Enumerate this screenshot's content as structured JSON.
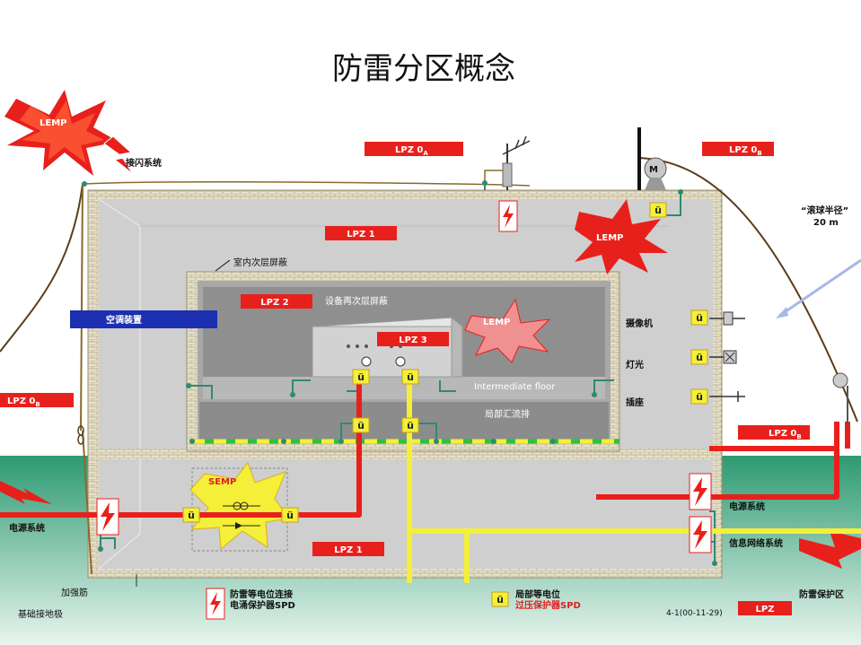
{
  "title": "防雷分区概念",
  "zones": {
    "lpz0a": "LPZ 0",
    "lpz0a_sub": "A",
    "lpz0b_top": "LPZ 0",
    "lpz0b_top_sub": "B",
    "lpz0b_left": "LPZ 0",
    "lpz0b_left_sub": "B",
    "lpz0b_right": "LPZ 0",
    "lpz0b_right_sub": "B",
    "lpz1_top": "LPZ 1",
    "lpz1_bottom": "LPZ 1",
    "lpz2": "LPZ 2",
    "lpz3": "LPZ 3"
  },
  "labels": {
    "lemp_top": "LEMP",
    "lemp_mid": "LEMP",
    "lemp_inner": "LEMP",
    "lightning_system": "接闪系统",
    "rolling_sphere": "“滚球半径”",
    "rolling_radius": "20 m",
    "indoor_shield": "室内次层屏蔽",
    "equipment_shield": "设备再次层屏蔽",
    "aircon": "空调装置",
    "camera": "摄像机",
    "light": "灯光",
    "socket": "插座",
    "intermediate_floor": "Intermediate floor",
    "local_busbar": "局部汇流排",
    "semp": "SEMP",
    "power_left": "电源系统",
    "power_right": "电源系统",
    "signal_network": "信息网络系统",
    "rebar": "加强筋",
    "foundation": "基础接地极",
    "motor": "M",
    "spd": "ü"
  },
  "legend": {
    "bonding_spd_line1": "防雷等电位连接",
    "bonding_spd_line2": "电涌保护器SPD",
    "local_spd_line1": "局部等电位",
    "local_spd_line2": "过压保护器SPD",
    "footer_code": "4-1(00-11-29)",
    "lpz_tag": "LPZ",
    "lpz_desc": "防雷保护区"
  },
  "colors": {
    "red": "#e8201c",
    "yellow": "#f4ef38",
    "green_ground": "#2e9a72",
    "building": "#cfcfcf",
    "inner": "#a8a8a8",
    "blue": "#1c2fb0"
  }
}
